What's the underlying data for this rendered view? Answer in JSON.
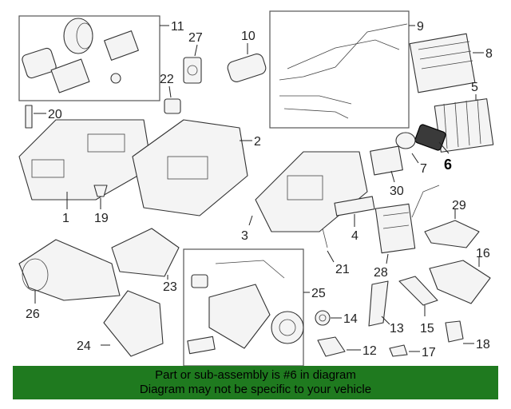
{
  "callouts": {
    "c1": "1",
    "c2": "2",
    "c3": "3",
    "c4": "4",
    "c5": "5",
    "c6": "6",
    "c7": "7",
    "c8": "8",
    "c9": "9",
    "c10": "10",
    "c11": "11",
    "c12": "12",
    "c13": "13",
    "c14": "14",
    "c15": "15",
    "c16": "16",
    "c17": "17",
    "c18": "18",
    "c19": "19",
    "c20": "20",
    "c21": "21",
    "c22": "22",
    "c23": "23",
    "c24": "24",
    "c25": "25",
    "c26": "26",
    "c27": "27",
    "c28": "28",
    "c29": "29",
    "c30": "30"
  },
  "highlighted_part": "6",
  "footer": {
    "line1": "Part or sub-assembly is #6 in diagram",
    "line2": "Diagram may not be specific to your vehicle"
  },
  "colors": {
    "banner": "#1f7a1f",
    "highlight": "#3a3a3a"
  }
}
